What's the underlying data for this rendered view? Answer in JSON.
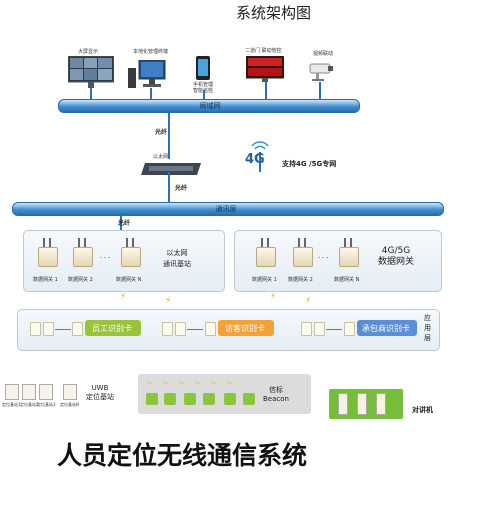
{
  "diagram_title": "系统架构图",
  "main_title": "人员定位无线通信系统",
  "top_devices": {
    "big_screen": "大屏显示",
    "local_pc": "本地化管理终端",
    "phone": "手机管理\n智能巡检",
    "door_control": "二道门 联动管控",
    "video": "视频联动"
  },
  "networks": {
    "lan": "局域网",
    "fiber_top": "光纤",
    "ethernet_switch": "以太网",
    "fiber_mid": "光纤",
    "fiber_bottom": "光纤",
    "comm_layer": "通讯层",
    "four_g": "4G",
    "four_g_label": "支持4G /5G专网"
  },
  "ethernet_panel": {
    "title": "以太网\n通讯基站",
    "gateways": [
      "数据网关 1",
      "数据网关 2",
      "数据网关 N"
    ]
  },
  "cellular_panel": {
    "title": "4G/5G\n数据网关",
    "gateways": [
      "数据网关 1",
      "数据网关 2",
      "数据网关 N"
    ]
  },
  "application_layer": {
    "side_label": "应\n用\n层",
    "cards": [
      {
        "label": "员工识别卡",
        "color": "#9ac23c"
      },
      {
        "label": "访客识别卡",
        "color": "#f3a23a"
      },
      {
        "label": "承包商识别卡",
        "color": "#5b8ed8"
      }
    ]
  },
  "uwb": {
    "title": "UWB\n定位基站",
    "items": [
      "定位基站1",
      "定位基站2",
      "定位基站3",
      "定位基站N"
    ]
  },
  "beacon": {
    "title": "信标\nBeacon"
  },
  "intercom": {
    "title": "对讲机"
  },
  "colors": {
    "pipe_blue": "#3f8fcf",
    "beacon_green": "#8cc63f",
    "intercom_green": "#76bd3c",
    "accent_orange": "#e5a92a"
  }
}
